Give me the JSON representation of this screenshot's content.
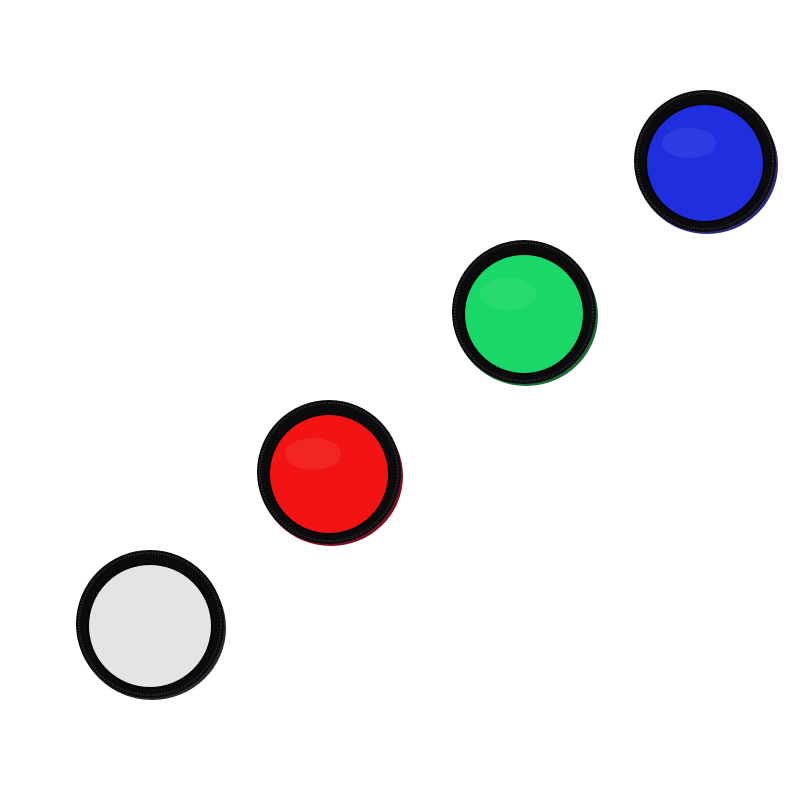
{
  "scene": {
    "background": "#ffffff",
    "ring_color": "#0b0b0d",
    "filters": [
      {
        "id": "clear",
        "glass": "#e4e4e6",
        "rim_tint": "#2a2a2e"
      },
      {
        "id": "red",
        "glass": "#f21414",
        "rim_tint": "#7a1020"
      },
      {
        "id": "green",
        "glass": "#19d867",
        "rim_tint": "#1f6a35"
      },
      {
        "id": "blue",
        "glass": "#1f2fe0",
        "rim_tint": "#2a2a7a"
      }
    ]
  }
}
